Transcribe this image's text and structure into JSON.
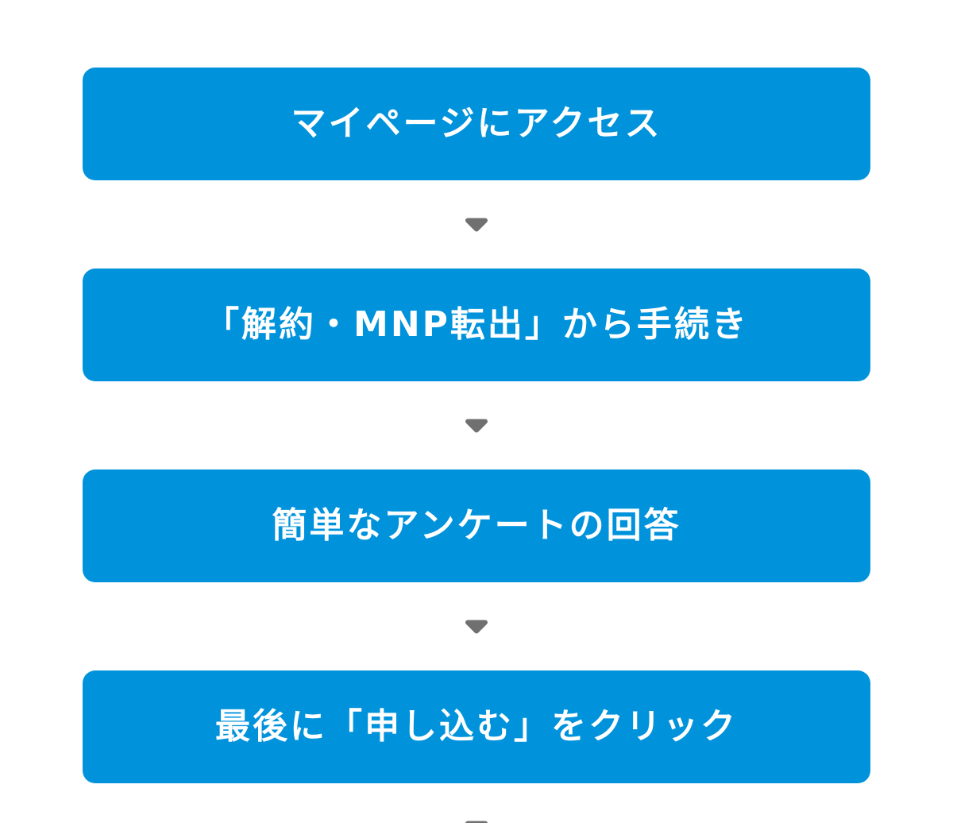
{
  "flow": {
    "steps": [
      {
        "label": "マイページにアクセス"
      },
      {
        "label": "「解約・MNP転出」から手続き"
      },
      {
        "label": "簡単なアンケートの回答"
      },
      {
        "label": "最後に「申し込む」をクリック"
      }
    ]
  },
  "icons": {
    "down_arrow": "▼"
  },
  "colors": {
    "step_bg": "#0093DC",
    "step_text": "#FFFFFF",
    "arrow": "#707070",
    "background": "#FFFFFF"
  }
}
